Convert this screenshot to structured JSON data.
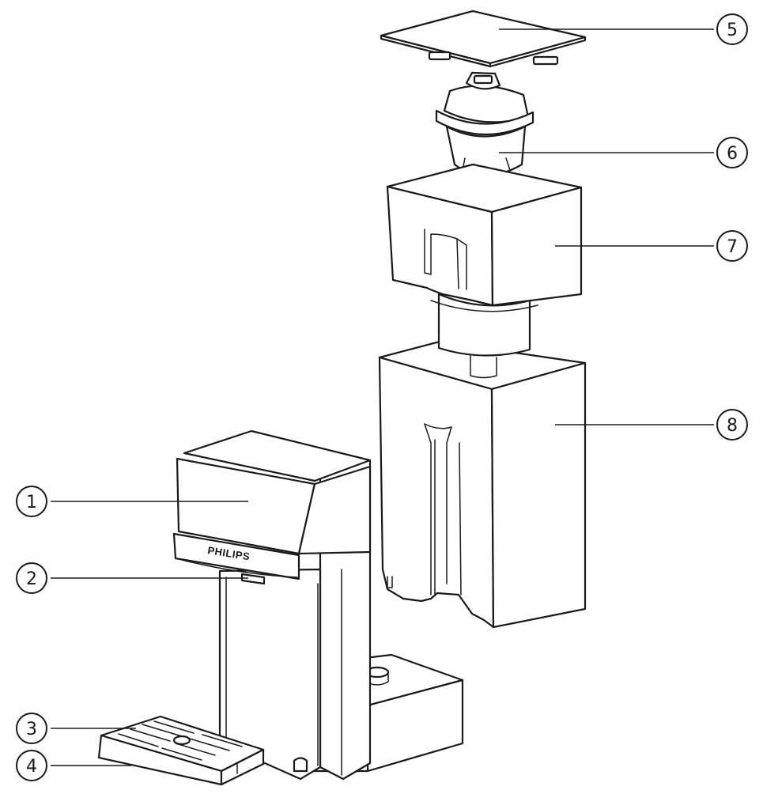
{
  "brand": {
    "logo_text": "PHILIPS"
  },
  "callouts": [
    {
      "number": "1"
    },
    {
      "number": "2"
    },
    {
      "number": "3"
    },
    {
      "number": "4"
    },
    {
      "number": "5"
    },
    {
      "number": "6"
    },
    {
      "number": "7"
    },
    {
      "number": "8"
    }
  ]
}
